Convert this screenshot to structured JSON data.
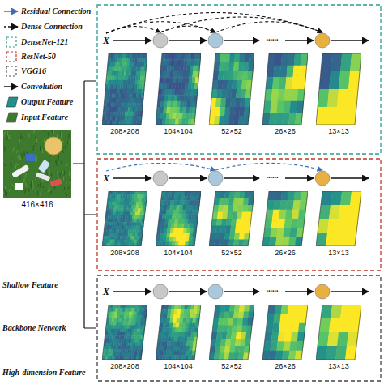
{
  "diagram": {
    "nodes": [
      {
        "text": [
          "416×416"
        ]
      },
      {
        "text": [
          "208×208"
        ]
      },
      {
        "text": [
          "104×104"
        ]
      },
      {
        "text": [
          "52×52"
        ]
      },
      {
        "text": [
          "26×26"
        ]
      },
      {
        "text": [
          "13×13"
        ]
      },
      {
        "text": [
          "208×208"
        ]
      },
      {
        "text": [
          "104×104"
        ]
      },
      {
        "text": [
          "52×52"
        ]
      },
      {
        "text": [
          "26×26"
        ]
      },
      {
        "text": [
          "13×13"
        ]
      },
      {
        "text": [
          "208×208"
        ]
      },
      {
        "text": [
          "104×104"
        ]
      },
      {
        "text": [
          "52×52"
        ]
      },
      {
        "text": [
          "26×26"
        ]
      },
      {
        "text": [
          "13×13"
        ]
      }
    ],
    "labels": [
      "X",
      "......",
      "X",
      "......",
      "X",
      "......",
      "Shallow Feature",
      "Backbone Network",
      "High-dimension Feature"
    ],
    "legend": [
      {
        "text": "Residual Connection"
      },
      {
        "text": "Dense Connection"
      },
      {
        "text": "DenseNet-121"
      },
      {
        "text": "ResNet-50"
      },
      {
        "text": "VGG16"
      },
      {
        "text": "Convolution"
      },
      {
        "text": "Output Feature"
      },
      {
        "text": "Input Feature"
      }
    ]
  }
}
